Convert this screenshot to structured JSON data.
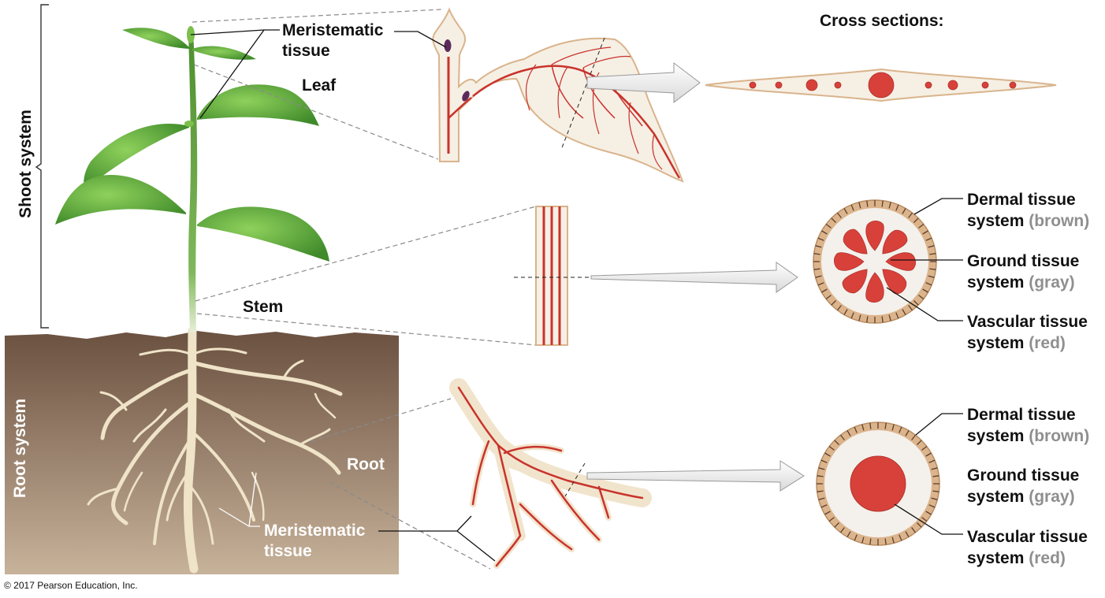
{
  "labels": {
    "shoot_system": "Shoot system",
    "root_system": "Root system",
    "meristematic_top_line1": "Meristematic",
    "meristematic_top_line2": "tissue",
    "leaf": "Leaf",
    "stem": "Stem",
    "root": "Root",
    "meristematic_bottom_line1": "Meristematic",
    "meristematic_bottom_line2": "tissue",
    "cross_sections": "Cross sections:"
  },
  "tissue_legend": {
    "dermal": "Dermal tissue",
    "dermal_system": "system",
    "dermal_color": "(brown)",
    "ground": "Ground tissue",
    "ground_system": "system",
    "ground_color": "(gray)",
    "vascular": "Vascular tissue",
    "vascular_system": "system",
    "vascular_color": "(red)"
  },
  "copyright": "© 2017 Pearson Education, Inc.",
  "colors": {
    "dermal": "#dcb48c",
    "ground": "#f4f1ec",
    "vascular": "#d8413a",
    "soil_top": "#6b5140",
    "soil_bottom": "#c7b29a",
    "leaf": "#5aa83a",
    "stem": "#5d9e3a",
    "root": "#efe3c8"
  }
}
